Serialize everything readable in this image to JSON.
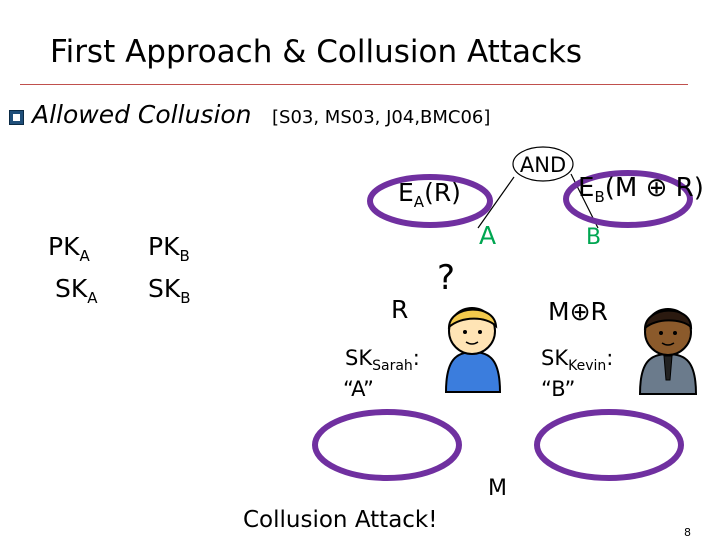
{
  "slide": {
    "title": "First Approach & Collusion Attacks",
    "bullet": "Allowed Collusion",
    "refs": "[S03, MS03, J04,BMC06]",
    "page_number": "8"
  },
  "keys": {
    "pk_a": "PK",
    "pk_a_sub": "A",
    "sk_a": "SK",
    "sk_a_sub": "A",
    "pk_b": "PK",
    "pk_b_sub": "B",
    "sk_b": "SK",
    "sk_b_sub": "B"
  },
  "tree": {
    "root": "AND",
    "left_leaf": "A",
    "right_leaf": "B",
    "left_cipher": "E",
    "left_cipher_sub": "A",
    "left_cipher_arg": "(R)",
    "right_cipher": "E",
    "right_cipher_sub": "B",
    "right_cipher_arg": "(M ⊕ R)"
  },
  "scene": {
    "question": "?",
    "r_label": "R",
    "m_xor_r": "M⊕R",
    "m_label": "M",
    "collusion_text": "Collusion Attack!"
  },
  "users": {
    "sarah": {
      "sk": "SK",
      "sk_sub": "Sarah",
      "colon": ":",
      "attr": "“A”"
    },
    "kevin": {
      "sk": "SK",
      "sk_sub": "Kevin",
      "colon": ":",
      "attr": "“B”"
    }
  },
  "colors": {
    "title_rule": "#c0504d",
    "ring": "#7030a0",
    "leaf_text": "#00a651",
    "bullet": "#1f4e79"
  }
}
